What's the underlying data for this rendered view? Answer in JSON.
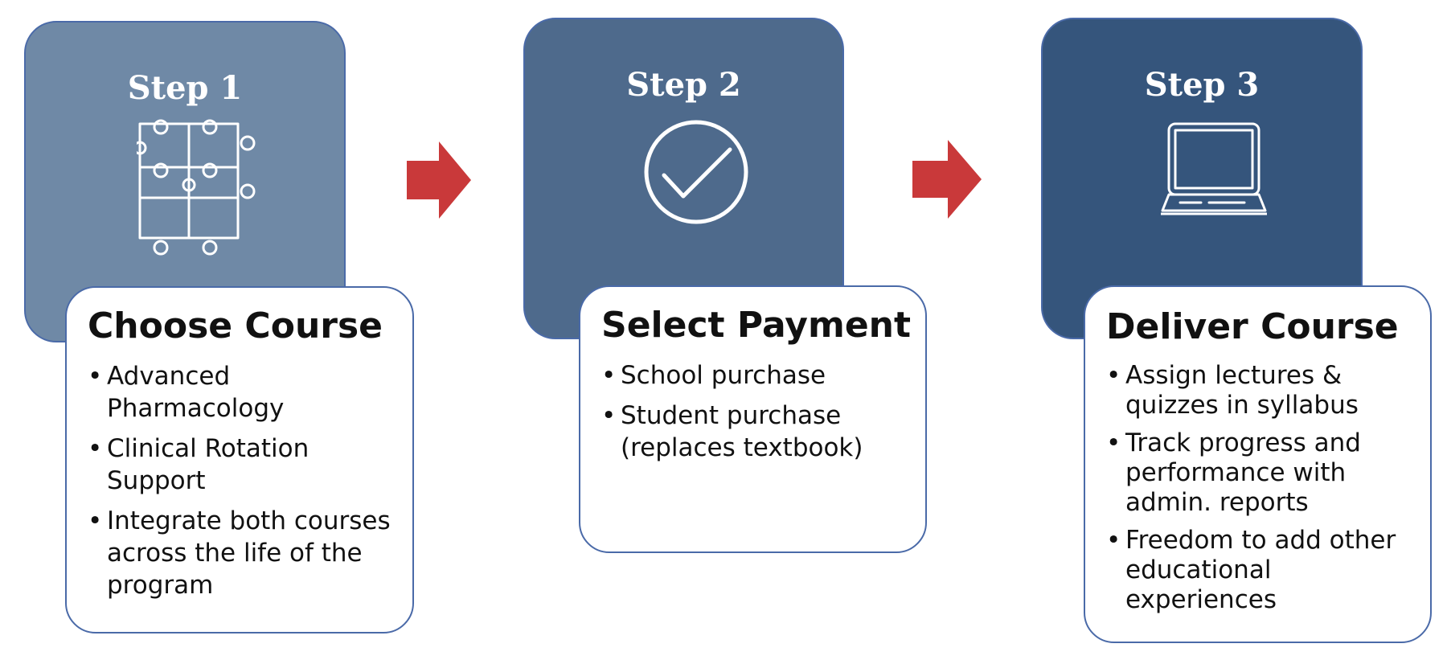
{
  "colors": {
    "step1_fill": "#6f89a6",
    "step2_fill": "#4e6a8c",
    "step3_fill": "#35557c",
    "border": "#4a6aa8",
    "arrow": "#c9393a"
  },
  "steps": [
    {
      "label": "Step 1",
      "icon": "puzzle-icon",
      "title": "Choose Course",
      "bullets": [
        "Advanced Pharmacology",
        "Clinical Rotation Support",
        "Integrate both courses across the life of the program"
      ]
    },
    {
      "label": "Step 2",
      "icon": "check-circle-icon",
      "title": "Select Payment",
      "bullets": [
        "School purchase",
        "Student purchase (replaces textbook)"
      ]
    },
    {
      "label": "Step 3",
      "icon": "laptop-icon",
      "title": "Deliver Course",
      "bullets": [
        "Assign lectures & quizzes in syllabus",
        "Track progress and performance with admin. reports",
        "Freedom to add other educational experiences"
      ]
    }
  ]
}
